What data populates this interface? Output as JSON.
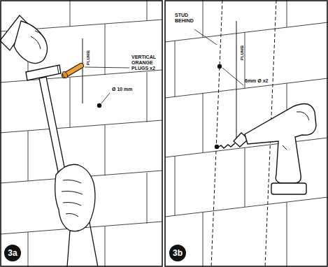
{
  "diagram": {
    "nodes": [
      {
        "text": [
          "3a"
        ]
      },
      {
        "text": [
          "3b"
        ]
      }
    ],
    "labels": [
      "PLUMB",
      "VERTICAL ORANGE PLUGS x2",
      "Ø 10 mm",
      "STUD BEHIND",
      "PLUMB",
      "6mm Ø x2"
    ]
  }
}
